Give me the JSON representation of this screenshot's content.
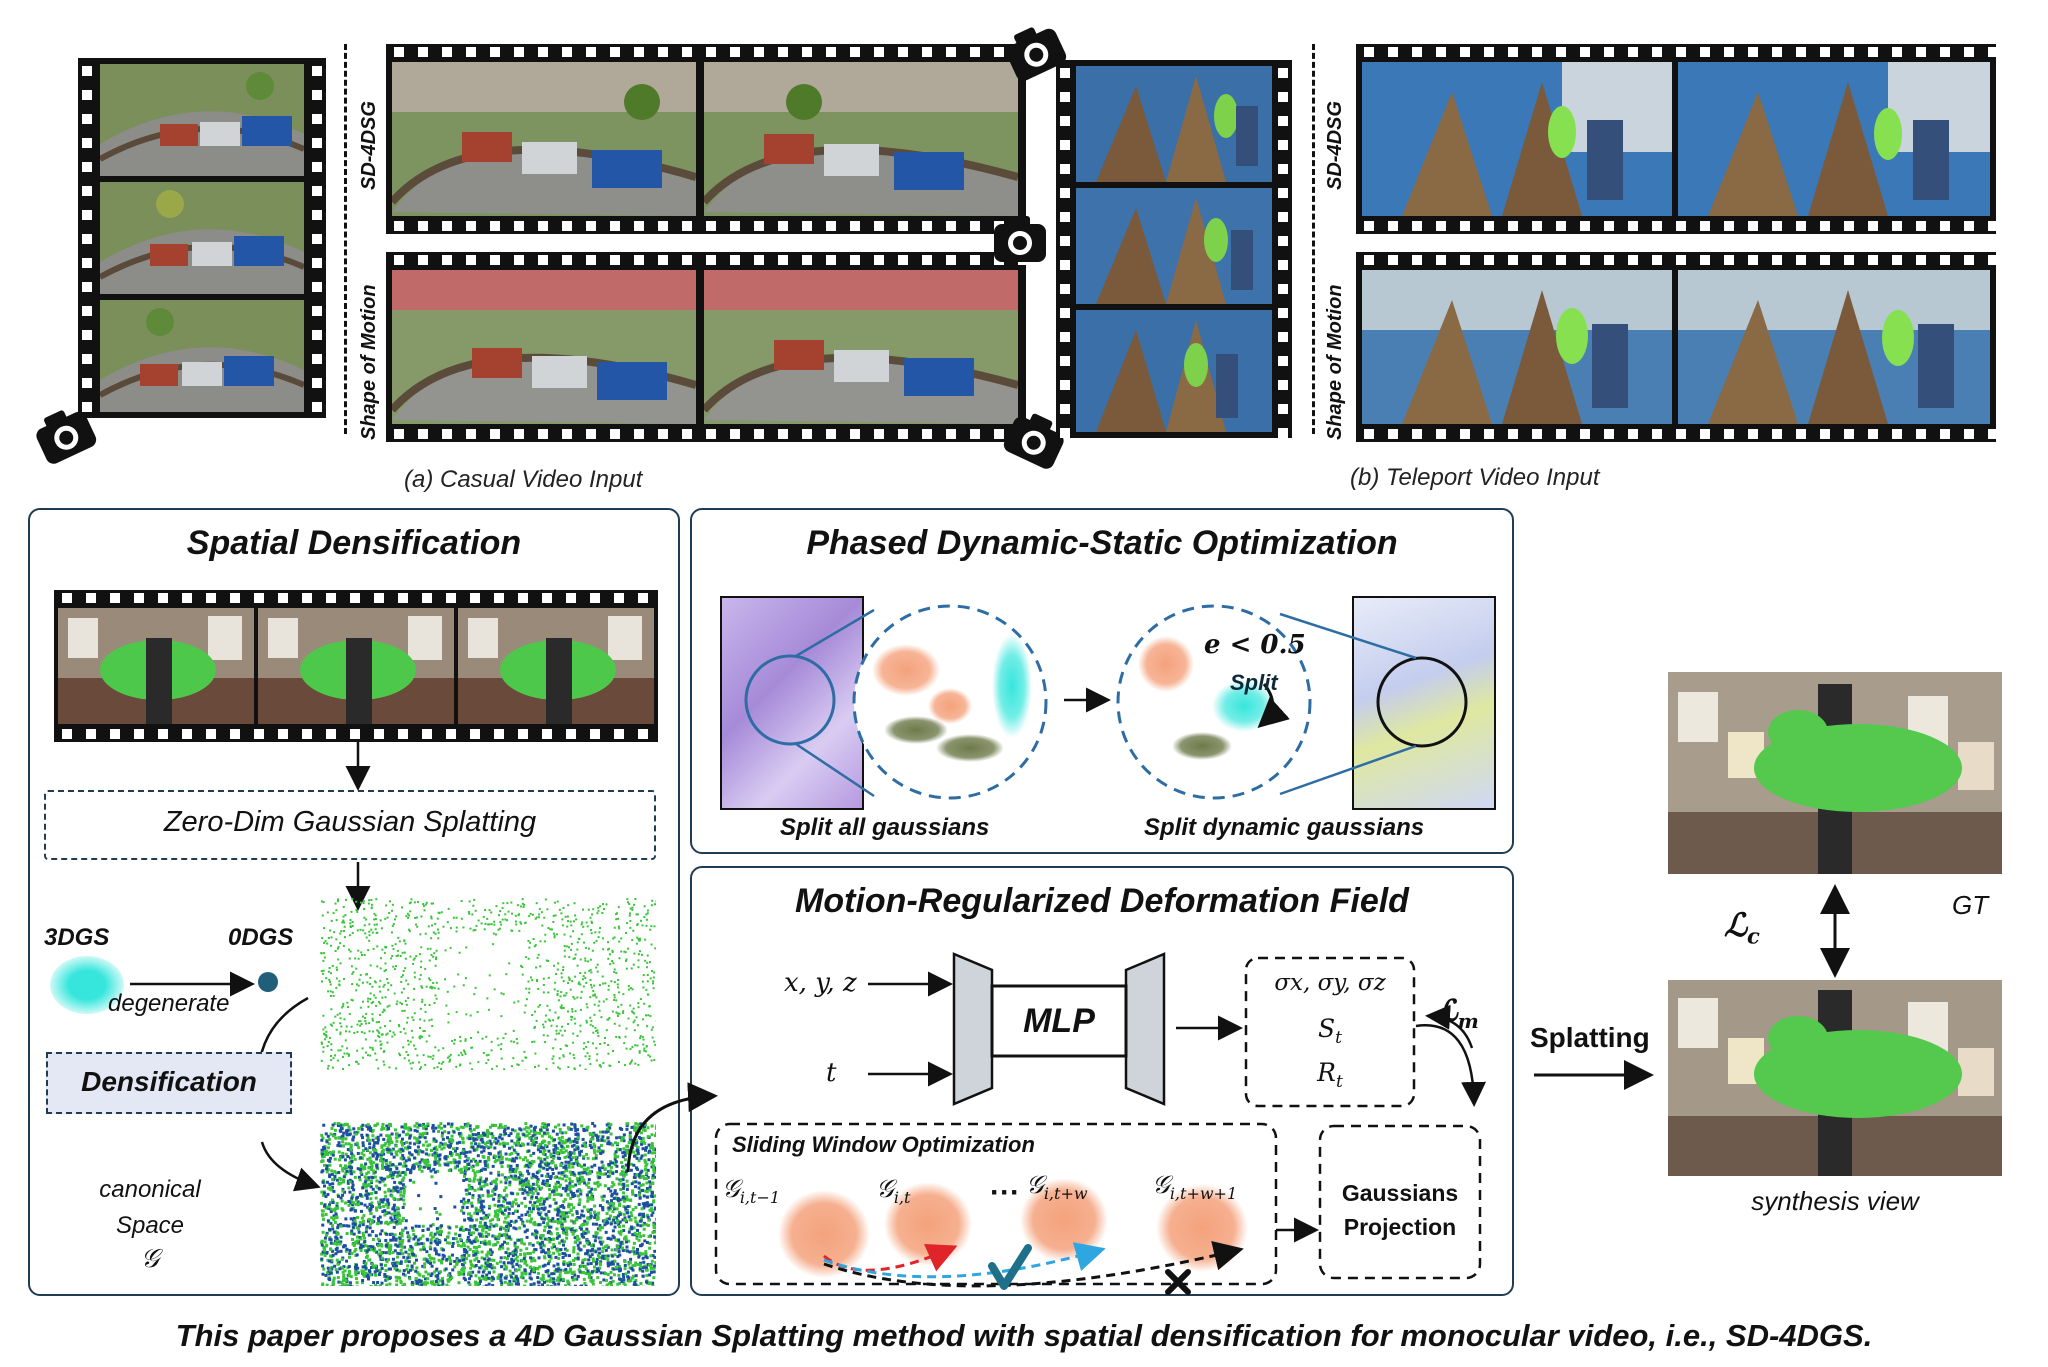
{
  "top": {
    "labels": {
      "sd4dsg_a": "SD-4DSG",
      "som_a": "Shape of Motion",
      "sd4dsg_b": "SD-4DSG",
      "som_b": "Shape of Motion"
    },
    "caption_a": "(a) Casual Video Input",
    "caption_b": "(b) Teleport Video Input"
  },
  "spatial": {
    "title": "Spatial Densification",
    "zero_dim": "Zero-Dim Gaussian Splatting",
    "gs3": "3DGS",
    "gs0": "0DGS",
    "degenerate": "degenerate",
    "densification": "Densification",
    "canonical": "canonical",
    "space": "Space",
    "g_symbol": "𝒢"
  },
  "phased": {
    "title": "Phased Dynamic-Static Optimization",
    "split_all": "Split all gaussians",
    "split_dynamic": "Split dynamic gaussians",
    "threshold": "e < 0.5",
    "split_label": "Split"
  },
  "motion": {
    "title": "Motion-Regularized Deformation Field",
    "input_xyz": "x, y, z",
    "input_t": "t",
    "mlp": "MLP",
    "out_sigma": "σx, σy, σz",
    "out_s": "S",
    "out_s_sub": "t",
    "out_r": "R",
    "out_r_sub": "t",
    "loss_m": "ℒ",
    "loss_m_sub": "m",
    "sliding_title": "Sliding Window Optimization",
    "g1": "𝒢",
    "g1_sub": "i,t−1",
    "g2": "𝒢",
    "g2_sub": "i,t",
    "g3": "𝒢",
    "g3_sub": "i,t+w",
    "g4": "𝒢",
    "g4_sub": "i,t+w+1",
    "dots": "···",
    "projection_line1": "Gaussians",
    "projection_line2": "Projection"
  },
  "right": {
    "splatting": "Splatting",
    "gt": "GT",
    "loss_c": "ℒ",
    "loss_c_sub": "c",
    "synthesis": "synthesis view"
  },
  "footer": "This paper proposes a 4D Gaussian Splatting method with spatial densification for monocular video, i.e., SD-4DGS.",
  "colors": {
    "panel_border": "#1f3c52",
    "accent_blue": "#2e6da4",
    "gaussian_orange": "#f4a27c",
    "gaussian_cyan": "#36e6dc",
    "gaussian_olive": "#6e7a4a",
    "point_green": "#39c43a",
    "point_blue": "#1c4fa0"
  }
}
